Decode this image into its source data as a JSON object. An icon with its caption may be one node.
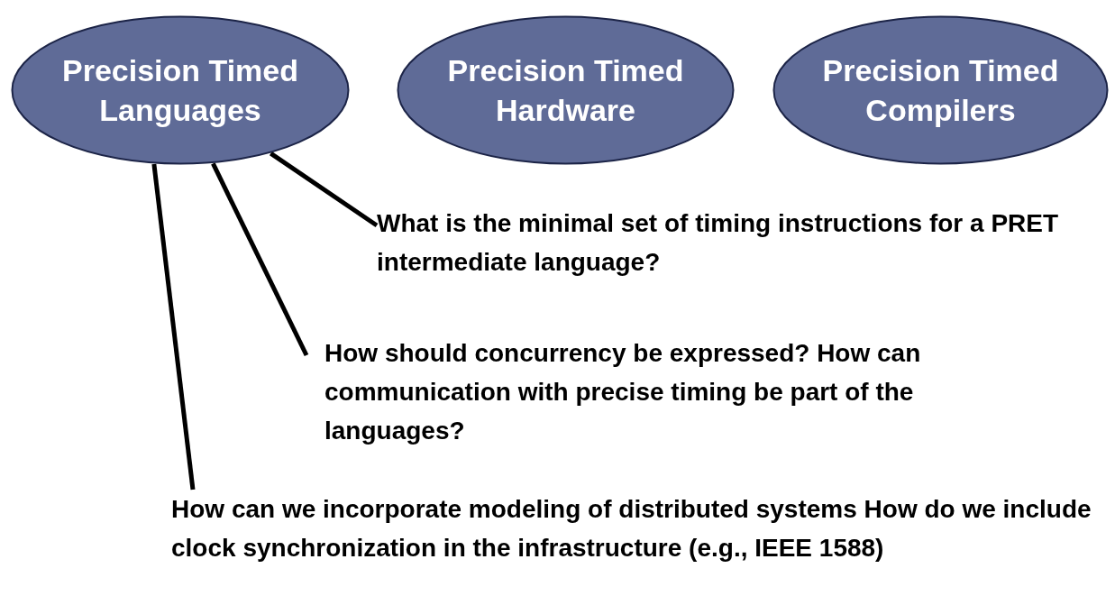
{
  "diagram": {
    "nodes": [
      {
        "text": [
          "Precision Timed Languages"
        ]
      },
      {
        "text": [
          "Precision Timed Hardware"
        ]
      },
      {
        "text": [
          "Precision Timed Compilers"
        ]
      },
      {
        "text": [
          "What is the minimal set of timing instructions for a PRET intermediate language?"
        ]
      },
      {
        "text": [
          "How should concurrency be expressed? How can communication with precise timing be part of the languages?"
        ]
      },
      {
        "text": [
          "How can we incorporate modeling of distributed systems How do we include clock synchronization in the infrastructure (e.g., IEEE 1588)"
        ]
      }
    ],
    "edges": [
      {
        "from": 0,
        "to": 3,
        "arrow": "none"
      },
      {
        "from": 0,
        "to": 4,
        "arrow": "none"
      },
      {
        "from": 0,
        "to": 5,
        "arrow": "none"
      }
    ]
  }
}
